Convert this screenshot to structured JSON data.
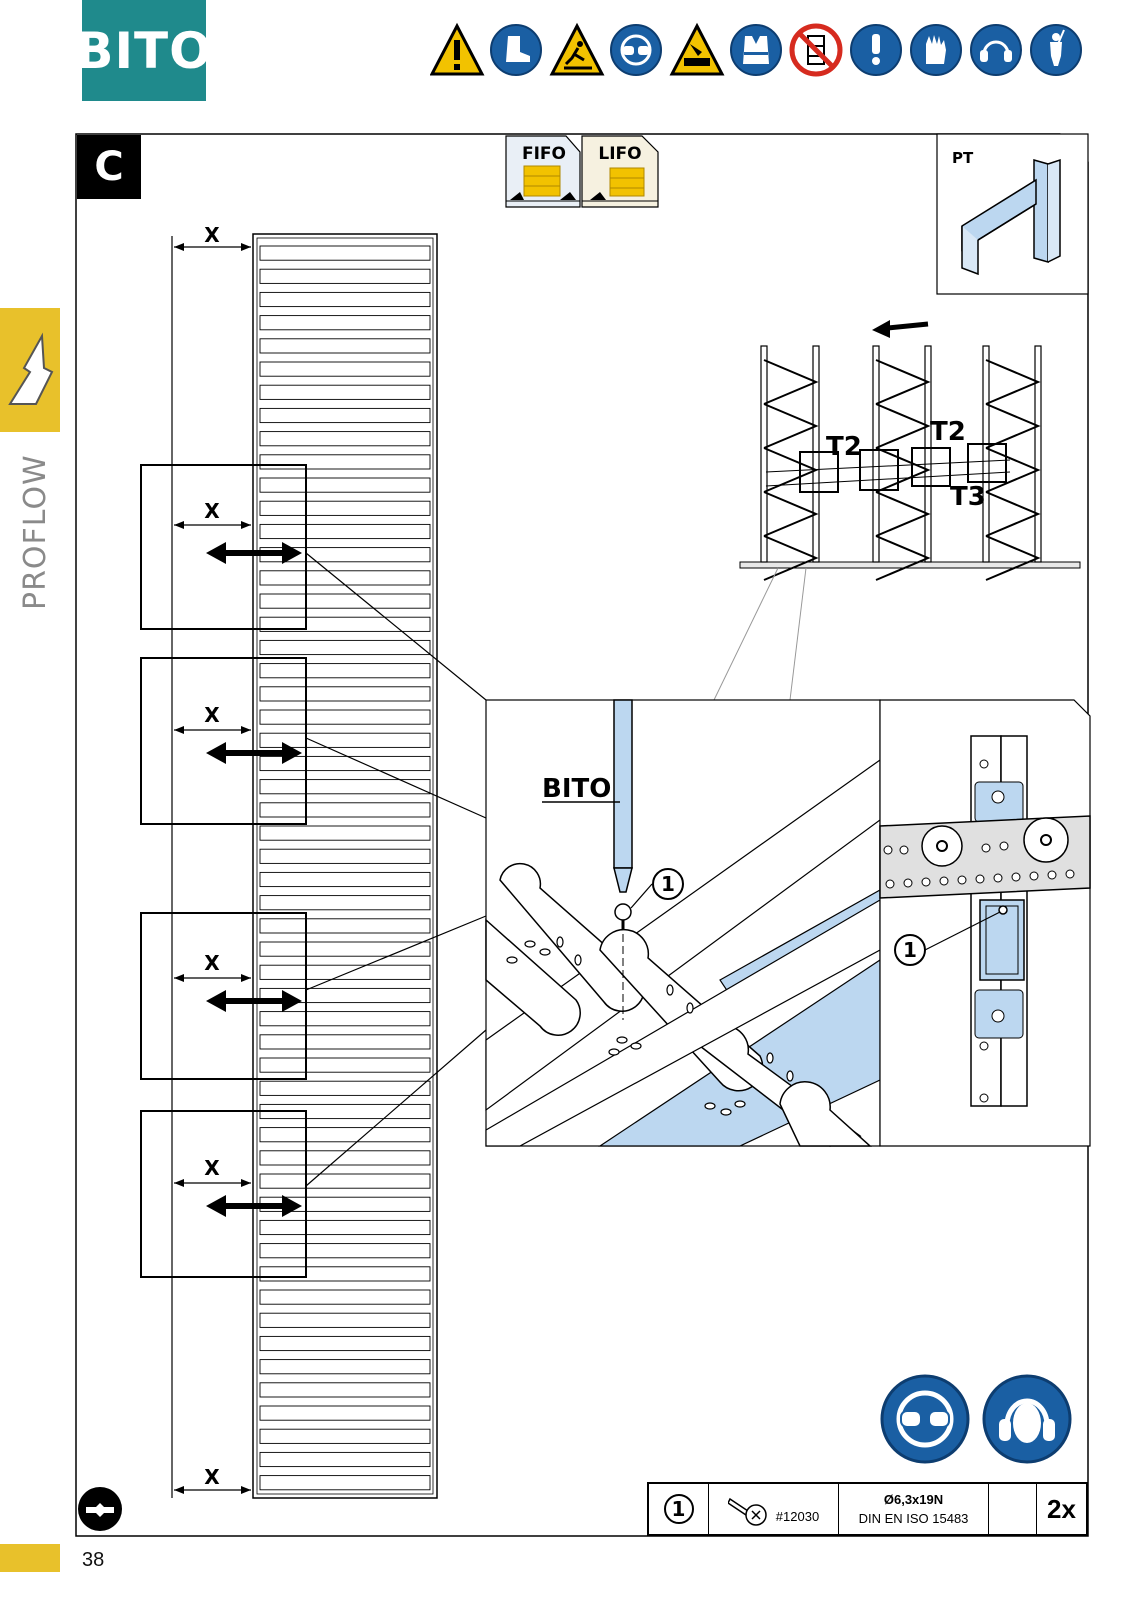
{
  "brand": {
    "logo_text": "BITO",
    "color": "#1f8a8c"
  },
  "side": {
    "section_label": "PROFLOW",
    "tab_color": "#e8c12b"
  },
  "page_number": "38",
  "step": {
    "letter": "C"
  },
  "flow_modes": [
    {
      "label": "FIFO"
    },
    {
      "label": "LIFO"
    }
  ],
  "profile": {
    "label": "PT"
  },
  "dimension_label": "X",
  "rack_labels": {
    "t2_left": "T2",
    "t2_right": "T2",
    "t3": "T3"
  },
  "detail": {
    "tool_brand": "BITO",
    "callout": "1"
  },
  "safety_icons": [
    {
      "name": "warning-general-icon",
      "kind": "warning"
    },
    {
      "name": "safety-boots-icon",
      "kind": "mandatory"
    },
    {
      "name": "warning-slip-icon",
      "kind": "warning"
    },
    {
      "name": "eye-protection-icon",
      "kind": "mandatory"
    },
    {
      "name": "warning-hand-crush-icon",
      "kind": "warning"
    },
    {
      "name": "hi-vis-vest-icon",
      "kind": "mandatory"
    },
    {
      "name": "no-climbing-icon",
      "kind": "prohibition"
    },
    {
      "name": "mandatory-general-icon",
      "kind": "mandatory"
    },
    {
      "name": "protective-gloves-icon",
      "kind": "mandatory"
    },
    {
      "name": "ear-protection-icon",
      "kind": "mandatory"
    },
    {
      "name": "safety-harness-icon",
      "kind": "mandatory"
    }
  ],
  "ppe_required": [
    {
      "name": "eye-protection-icon"
    },
    {
      "name": "ear-protection-icon"
    }
  ],
  "parts": {
    "position": "1",
    "article": "#12030",
    "dimension": "Ø6,3x19N",
    "standard": "DIN EN ISO 15483",
    "quantity": "2x"
  },
  "colors": {
    "warning_yellow": "#f2c200",
    "mandatory_blue": "#1a5fa3",
    "prohibition_red": "#d62b1f",
    "rail_blue": "#bcd7f0"
  }
}
